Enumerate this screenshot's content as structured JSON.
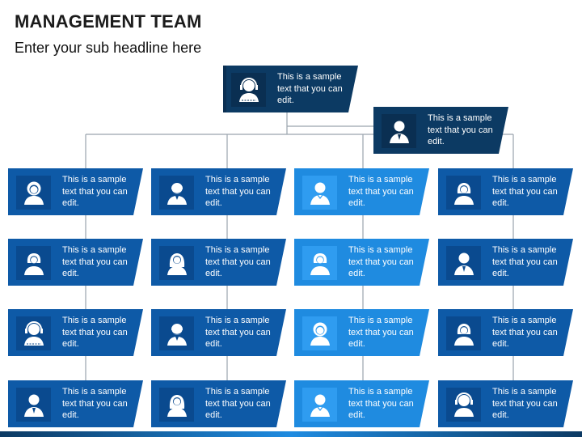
{
  "title": "MANAGEMENT TEAM",
  "subtitle": "Enter your sub headline here",
  "colors": {
    "navy": "#0c3a63",
    "navy_icon": "#0a2f52",
    "dark_blue": "#0e5aa7",
    "dark_icon": "#0a4a8f",
    "light_blue": "#1f8be0",
    "light_icon": "#2f9cf0",
    "line": "#9aa4ad"
  },
  "nodes": [
    {
      "id": "top",
      "text": "This is a sample text that you can edit.",
      "icon": "woman-headset-icon",
      "tone": "navy"
    },
    {
      "id": "assistant",
      "text": "This is a sample text that you can edit.",
      "icon": "man-suit-icon",
      "tone": "navy"
    },
    {
      "id": "r1c1",
      "text": "This is a sample text that you can edit.",
      "icon": "woman-curly-icon",
      "tone": "dark"
    },
    {
      "id": "r1c2",
      "text": "This is a sample text that you can edit.",
      "icon": "man-beard-icon",
      "tone": "dark"
    },
    {
      "id": "r1c3",
      "text": "This is a sample text that you can edit.",
      "icon": "man-icon",
      "tone": "light"
    },
    {
      "id": "r1c4",
      "text": "This is a sample text that you can edit.",
      "icon": "woman-short-hair-icon",
      "tone": "dark"
    },
    {
      "id": "r2c1",
      "text": "This is a sample text that you can edit.",
      "icon": "woman-bob-icon",
      "tone": "dark"
    },
    {
      "id": "r2c2",
      "text": "This is a sample text that you can edit.",
      "icon": "woman-long-hair-icon",
      "tone": "dark"
    },
    {
      "id": "r2c3",
      "text": "This is a sample text that you can edit.",
      "icon": "woman-bob-icon",
      "tone": "light"
    },
    {
      "id": "r2c4",
      "text": "This is a sample text that you can edit.",
      "icon": "man-suit-icon",
      "tone": "dark"
    },
    {
      "id": "r3c1",
      "text": "This is a sample text that you can edit.",
      "icon": "woman-headset-icon",
      "tone": "dark"
    },
    {
      "id": "r3c2",
      "text": "This is a sample text that you can edit.",
      "icon": "man-beard-icon",
      "tone": "dark"
    },
    {
      "id": "r3c3",
      "text": "This is a sample text that you can edit.",
      "icon": "woman-curly-icon",
      "tone": "light"
    },
    {
      "id": "r3c4",
      "text": "This is a sample text that you can edit.",
      "icon": "woman-short-hair-icon",
      "tone": "dark"
    },
    {
      "id": "r4c1",
      "text": "This is a sample text that you can edit.",
      "icon": "man-suit-icon",
      "tone": "dark"
    },
    {
      "id": "r4c2",
      "text": "This is a sample text that you can edit.",
      "icon": "woman-long-hair-icon",
      "tone": "dark"
    },
    {
      "id": "r4c3",
      "text": "This is a sample text that you can edit.",
      "icon": "man-icon",
      "tone": "light"
    },
    {
      "id": "r4c4",
      "text": "This is a sample text that you can edit.",
      "icon": "woman-headset-icon",
      "tone": "dark"
    }
  ]
}
